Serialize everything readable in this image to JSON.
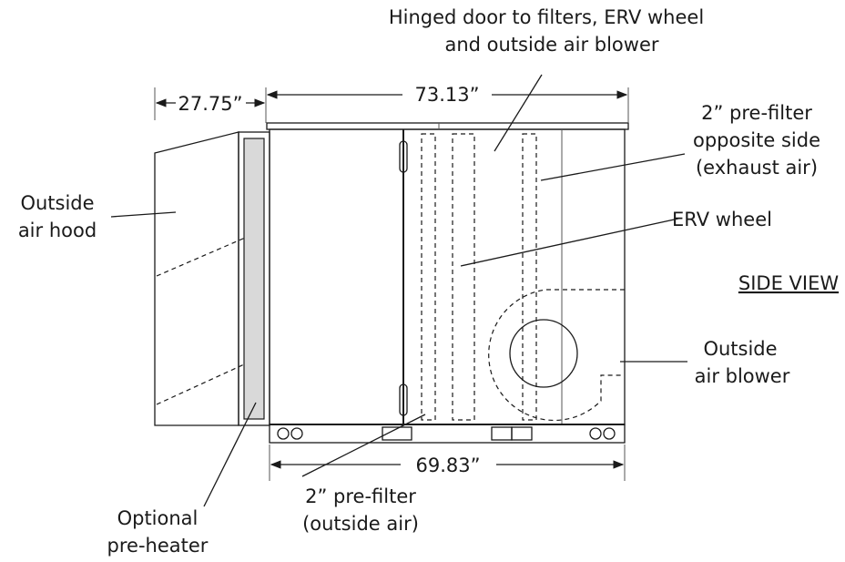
{
  "labels": {
    "hinged_door_line1": "Hinged door to filters, ERV wheel",
    "hinged_door_line2": "and outside air blower",
    "prefilter_opposite_line1": "2” pre-filter",
    "prefilter_opposite_line2": "opposite side",
    "prefilter_opposite_line3": "(exhaust air)",
    "outside_air_hood_line1": "Outside",
    "outside_air_hood_line2": "air hood",
    "erv_wheel": "ERV wheel",
    "side_view": "SIDE VIEW",
    "outside_air_blower_line1": "Outside",
    "outside_air_blower_line2": "air blower",
    "prefilter_outside_line1": "2” pre-filter",
    "prefilter_outside_line2": "(outside air)",
    "optional_preheater_line1": "Optional",
    "optional_preheater_line2": "pre-heater"
  },
  "dimensions": {
    "hood_depth": "27.75”",
    "top_length": "73.13”",
    "base_length": "69.83”"
  },
  "colors": {
    "line": "#1a1a1a",
    "preheater_fill": "#d9d9d9"
  },
  "icons": {
    "arrowhead": "arrowhead-icon"
  }
}
